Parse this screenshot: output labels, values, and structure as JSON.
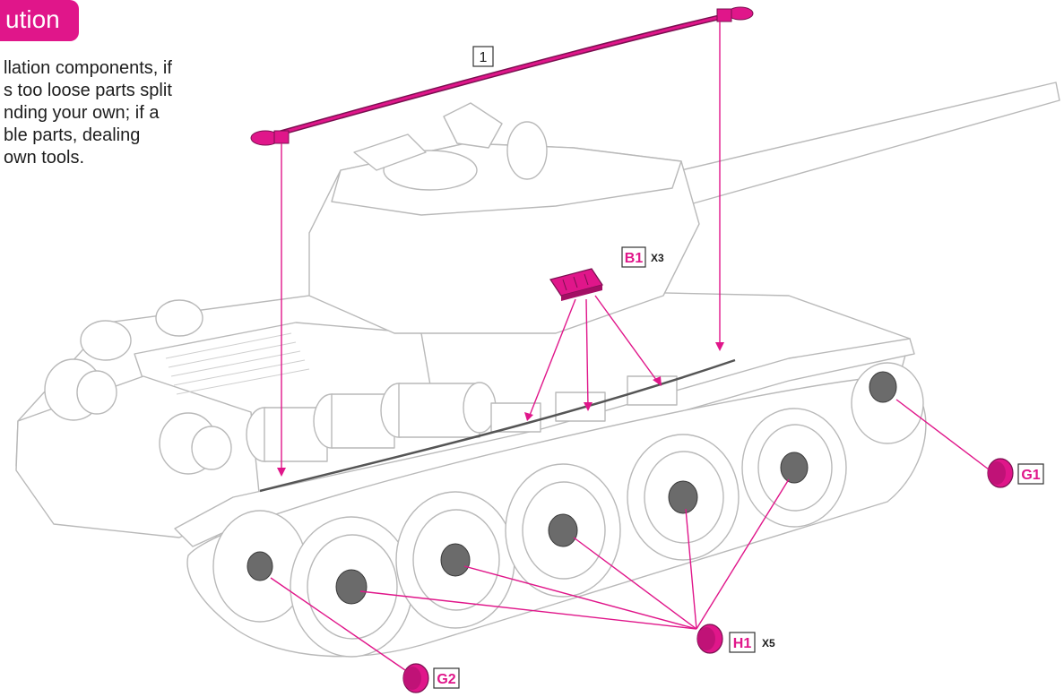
{
  "caution": {
    "title": "ution",
    "lines": [
      "llation components, if",
      "s too loose parts split",
      "nding your own; if a",
      "ble parts, dealing",
      "own tools."
    ]
  },
  "parts": {
    "step": "1",
    "b1": {
      "code": "B1",
      "qty": "X3"
    },
    "g1": {
      "code": "G1"
    },
    "g2": {
      "code": "G2"
    },
    "h1": {
      "code": "H1",
      "qty": "X5"
    }
  },
  "colors": {
    "accent": "#e0168a",
    "line": "#c8c8c8",
    "text": "#1d1d1d"
  },
  "icons": {
    "tank": "tank-illustration",
    "tow_cable": "tow-cable-part",
    "hub_cap": "hub-cap-part",
    "bracket": "bracket-part"
  }
}
